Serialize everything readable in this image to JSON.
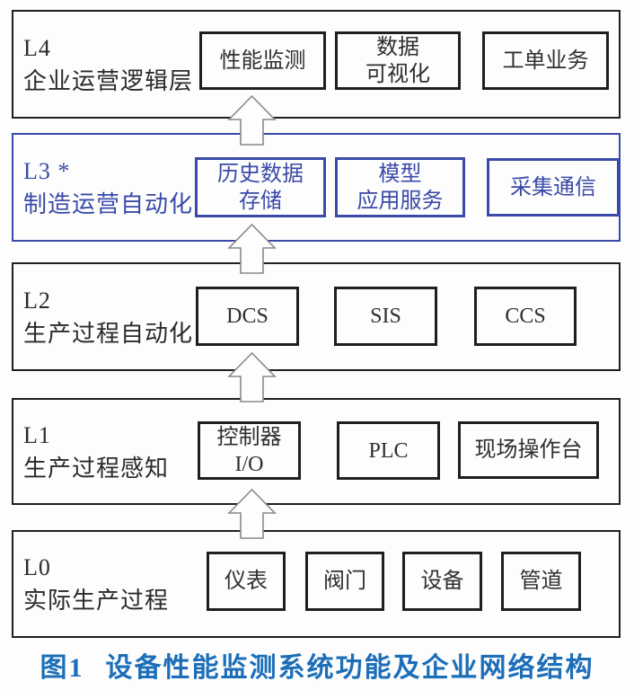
{
  "colors": {
    "layer_border_black": "#1f1f1f",
    "l3_blue": "#3a4aa8",
    "caption_blue": "#1c6eb8",
    "arrow_outline": "#8a8a8a",
    "background": "#fdfdfd"
  },
  "layers": [
    {
      "code": "L4",
      "name": "企业运营逻辑层",
      "boxes": [
        {
          "text": "性能监测"
        },
        {
          "text": "数据\n可视化"
        },
        {
          "text": "工单业务"
        }
      ]
    },
    {
      "code": "L3 *",
      "name": "制造运营自动化",
      "boxes": [
        {
          "text": "历史数据\n存储"
        },
        {
          "text": "模型\n应用服务"
        },
        {
          "text": "采集通信"
        }
      ]
    },
    {
      "code": "L2",
      "name": "生产过程自动化",
      "boxes": [
        {
          "text": "DCS"
        },
        {
          "text": "SIS"
        },
        {
          "text": "CCS"
        }
      ]
    },
    {
      "code": "L1",
      "name": "生产过程感知",
      "boxes": [
        {
          "text": "控制器\nI/O"
        },
        {
          "text": "PLC"
        },
        {
          "text": "现场操作台"
        }
      ]
    },
    {
      "code": "L0",
      "name": "实际生产过程",
      "boxes": [
        {
          "text": "仪表"
        },
        {
          "text": "阀门"
        },
        {
          "text": "设备"
        },
        {
          "text": "管道"
        }
      ]
    }
  ],
  "caption": {
    "label": "图1",
    "text": "设备性能监测系统功能及企业网络结构"
  }
}
